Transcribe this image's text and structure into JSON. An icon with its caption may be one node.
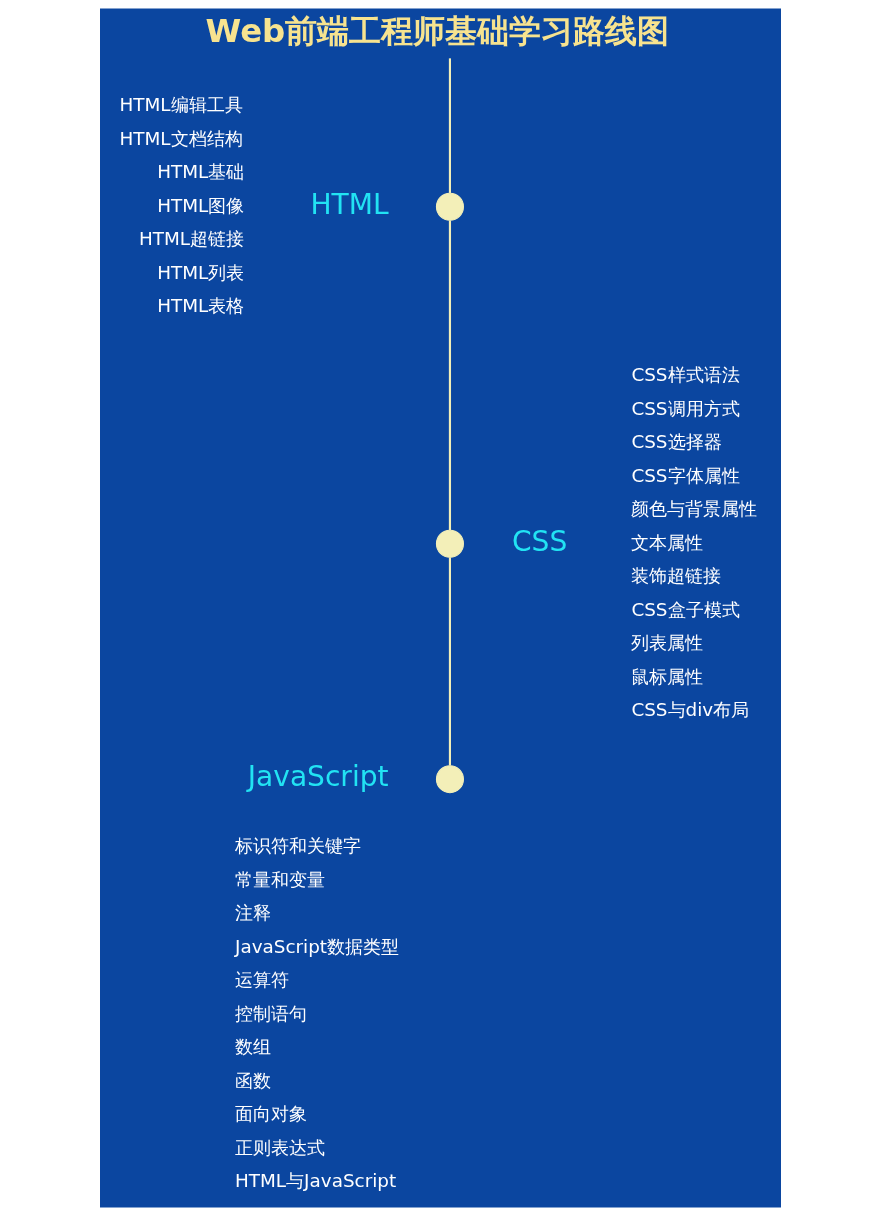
{
  "diagram": {
    "title": "Web前端工程师基础学习路线图",
    "nodes": [
      {
        "text": [],
        "shape": "circle",
        "beside": [
          "HTML",
          "HTML编辑工具",
          "HTML文档结构",
          "HTML基础",
          "HTML图像",
          "HTML超链接",
          "HTML列表",
          "HTML表格"
        ]
      },
      {
        "text": [],
        "shape": "circle",
        "beside": [
          "CSS",
          "CSS样式语法",
          "CSS调用方式",
          "CSS选择器",
          "CSS字体属性",
          "颜色与背景属性",
          "文本属性",
          "装饰超链接",
          "CSS盒子模式",
          "列表属性",
          "鼠标属性",
          "CSS与div布局"
        ]
      },
      {
        "text": [],
        "shape": "circle",
        "beside": [
          "JavaScript",
          "标识符和关键字",
          "常量和变量",
          "注释",
          "JavaScript数据类型",
          "运算符",
          "控制语句",
          "数组",
          "函数",
          "面向对象",
          "正则表达式",
          "HTML与JavaScript"
        ]
      }
    ],
    "edges": [
      {
        "from": null,
        "to": 0,
        "arrow": "none"
      },
      {
        "from": 0,
        "to": 1,
        "arrow": "none"
      },
      {
        "from": 1,
        "to": 2,
        "arrow": "none"
      }
    ]
  }
}
